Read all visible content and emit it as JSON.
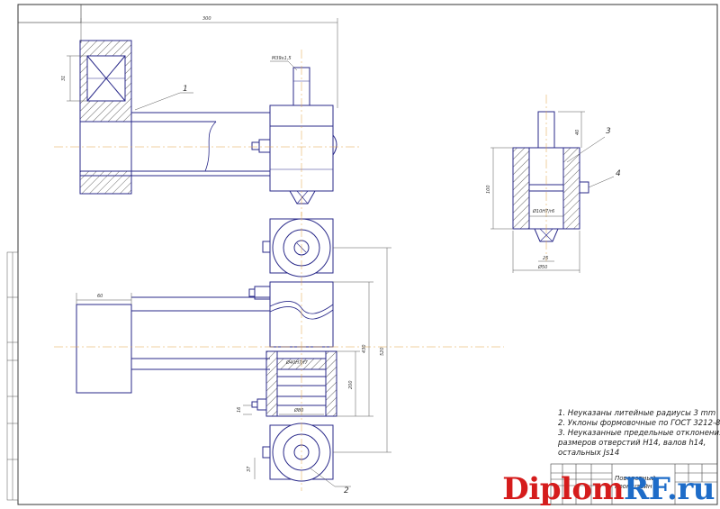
{
  "dimensions": {
    "d300": "300",
    "d31": "31",
    "m": "M39х1,5",
    "d60": "60",
    "d520": "520",
    "d430": "430",
    "d200": "200",
    "d16": "16",
    "d37": "37",
    "phi80": "Ø80",
    "phi40": "Ø40H7/f7",
    "d40": "40",
    "d100": "100",
    "phi10": "Ø10H7/r6",
    "d25": "25",
    "phi50": "Ø50"
  },
  "callouts": {
    "c1": "1",
    "c2": "2",
    "c3": "3",
    "c4": "4"
  },
  "notes": [
    "1. Неуказаны литейные радиусы 3 mm",
    "2. Уклоны формовочные по ГОСТ 3212-80",
    "3. Неуказанные предельные отклонения",
    "размеров отверстий H14, валов h14,",
    "остальных Js14"
  ],
  "title_block": {
    "name_line1": "Поворотный",
    "name_line2": "кронштейн"
  },
  "watermark": {
    "part1": "Diplom",
    "part2": "RF.ru"
  },
  "colors": {
    "line": "#2a2a8a",
    "center": "#e0a040",
    "watermark_red": "#d51c1c",
    "watermark_blue": "#1e6cc8"
  }
}
